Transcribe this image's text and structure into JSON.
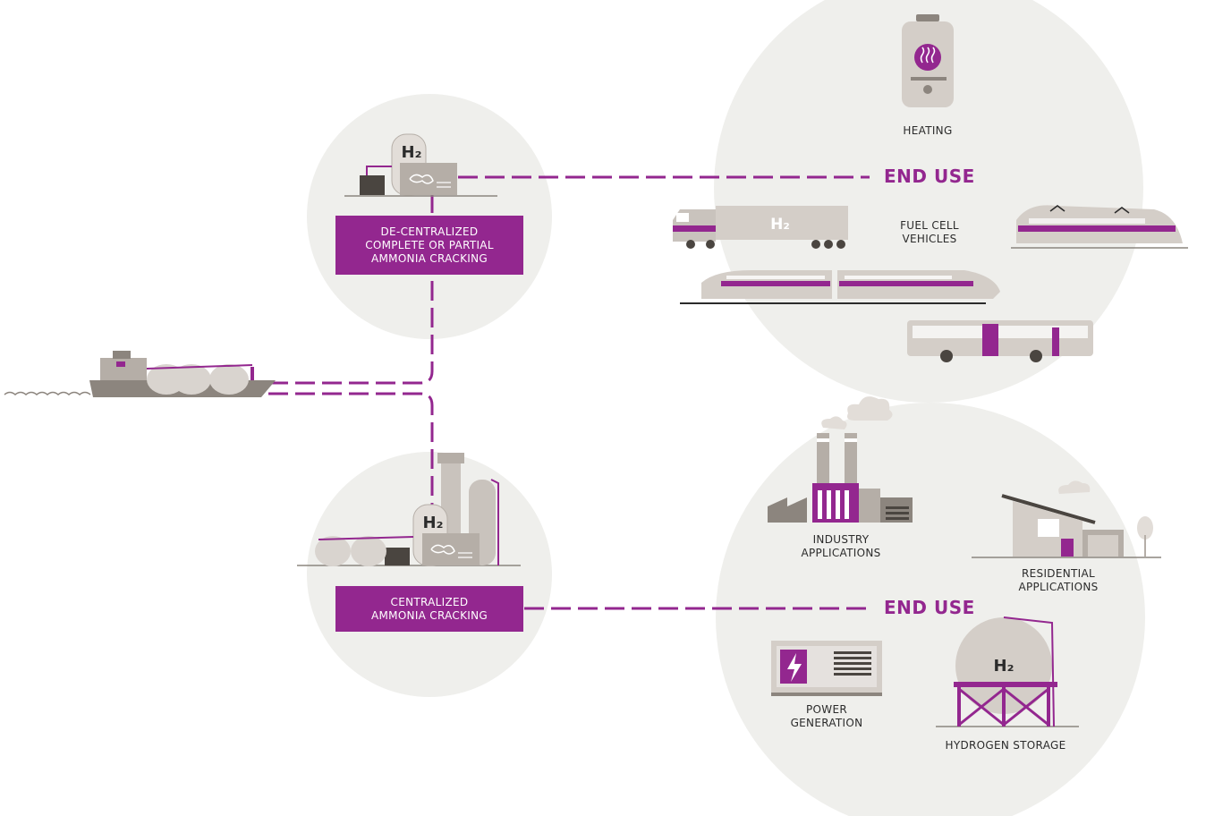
{
  "nodes": {
    "decentralized": {
      "label": "DE-CENTRALIZED\nCOMPLETE OR PARTIAL\nAMMONIA CRACKING"
    },
    "centralized": {
      "label": "CENTRALIZED\nAMMONIA CRACKING"
    }
  },
  "end_use_top": {
    "title": "END USE",
    "heating": "HEATING",
    "fuel_cell_vehicles": "FUEL CELL\nVEHICLES"
  },
  "end_use_bottom": {
    "title": "END USE",
    "industry": "INDUSTRY\nAPPLICATIONS",
    "residential": "RESIDENTIAL\nAPPLICATIONS",
    "power": "POWER\nGENERATION",
    "storage": "HYDROGEN STORAGE"
  },
  "h2_symbol": "H₂",
  "colors": {
    "accent": "#93278f",
    "circle": "#efefec",
    "grey": "#c9c3bd",
    "dark": "#7d766f"
  }
}
